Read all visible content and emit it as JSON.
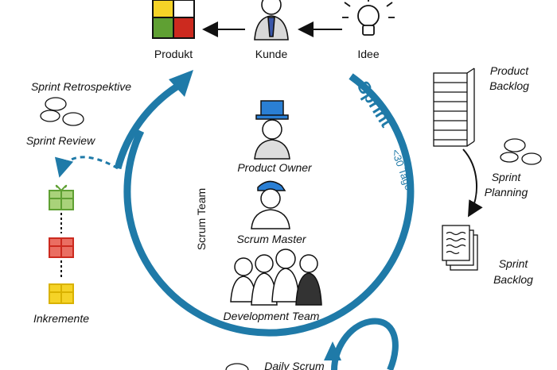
{
  "top_row": {
    "produkt": "Produkt",
    "kunde": "Kunde",
    "idee": "Idee"
  },
  "left": {
    "retrospektive": "Sprint Retrospektive",
    "review": "Sprint Review",
    "inkremente": "Inkremente"
  },
  "center": {
    "scrum_team": "Scrum Team",
    "product_owner": "Product Owner",
    "scrum_master": "Scrum Master",
    "development_team": "Development Team"
  },
  "sprint": {
    "label": "Sprint",
    "duration": "<30 Tage"
  },
  "right": {
    "product_backlog_line1": "Product",
    "product_backlog_line2": "Backlog",
    "sprint_planning_line1": "Sprint",
    "sprint_planning_line2": "Planning",
    "sprint_backlog_line1": "Sprint",
    "sprint_backlog_line2": "Backlog"
  },
  "bottom": {
    "daily_scrum": "Daily Scrum"
  },
  "colors": {
    "cycle_blue": "#1f7aa8",
    "yellow": "#f5d327",
    "green": "#5fa033",
    "red": "#cc2a1f"
  }
}
